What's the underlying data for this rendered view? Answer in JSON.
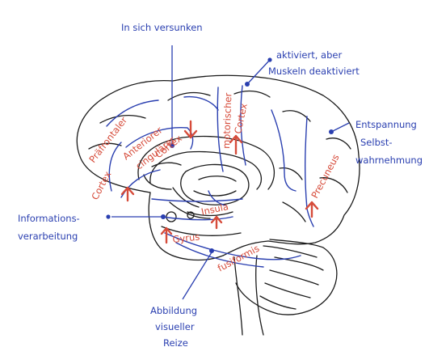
{
  "labels": {
    "in_sich_versunken": "In sich versunken",
    "aktiviert_line1": "aktiviert, aber",
    "aktiviert_line2": "Muskeln deaktiviert",
    "entspannung": "Entspannung",
    "selbst_line1": "Selbst-",
    "selbst_line2": "wahrnehmung",
    "informations_line1": "Informations-",
    "informations_line2": "verarbeitung",
    "abbildung_line1": "Abbildung",
    "abbildung_line2": "visueller",
    "abbildung_line3": "Reize"
  },
  "regions": {
    "praefrontaler": "Präfrontaler",
    "cortex_left": "Cortex",
    "anteriorer": "Anteriorer",
    "cingulaerer": "cingulärer",
    "cortex_acc": "Cortex",
    "motorischer": "motorischer",
    "cortex_motor": "Cortex",
    "precuneus": "Precuneus",
    "insula": "Insula",
    "gyrus": "Gyrus",
    "fusiformis": "fusiformis"
  },
  "colors": {
    "annotation_blue": "#2a3fb0",
    "region_red": "#d64b3a",
    "outline": "#1a1a1a"
  }
}
